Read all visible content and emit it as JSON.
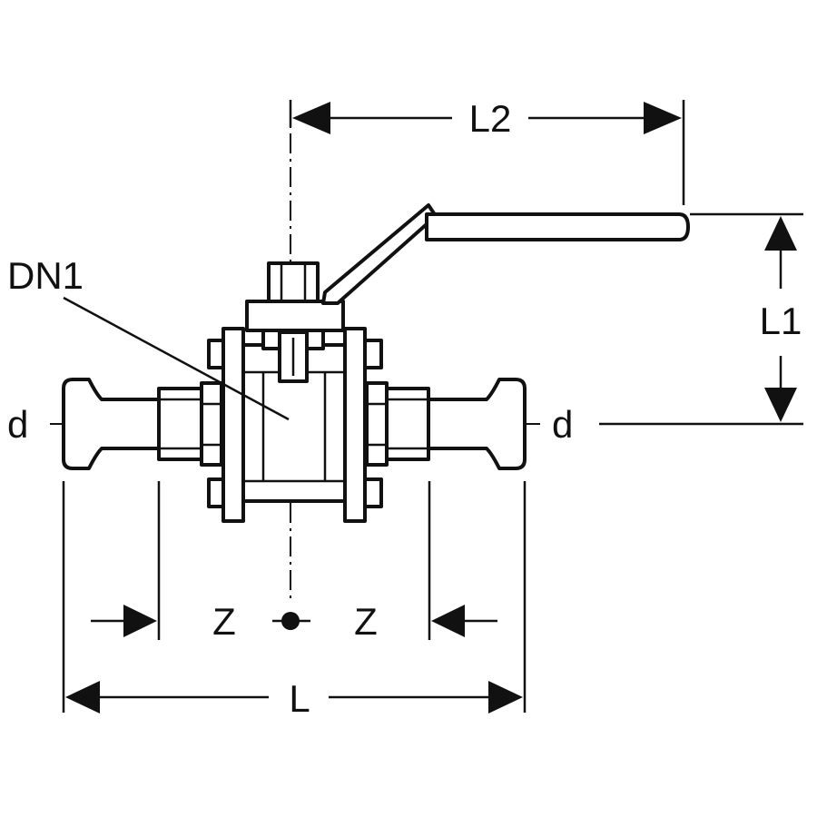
{
  "labels": {
    "L2": "L2",
    "L1": "L1",
    "DN1": "DN1",
    "d_left": "d",
    "d_right": "d",
    "Z_left": "Z",
    "Z_right": "Z",
    "L": "L"
  }
}
